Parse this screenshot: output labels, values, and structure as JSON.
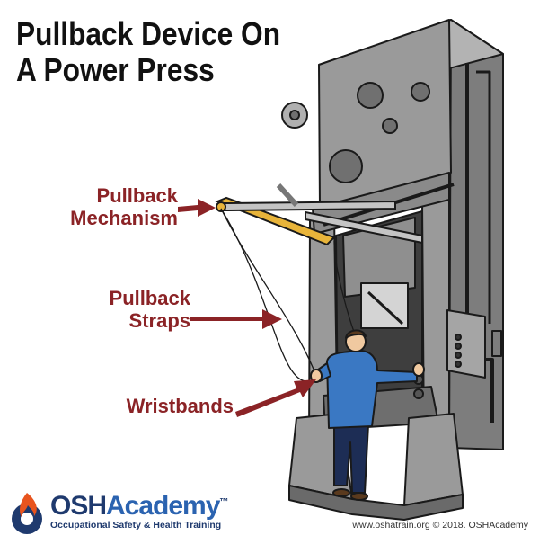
{
  "title": {
    "line1": "Pullback Device On",
    "line2": "A Power Press"
  },
  "callouts": {
    "mechanism": {
      "line1": "Pullback",
      "line2": "Mechanism"
    },
    "straps": {
      "line1": "Pullback",
      "line2": "Straps"
    },
    "wristbands": {
      "line1": "Wristbands"
    }
  },
  "logo": {
    "part1": "OSH",
    "part2": "Academy",
    "trademark": "™",
    "tagline": "Occupational Safety & Health Training"
  },
  "credit": "www.oshatrain.org © 2018. OSHAcademy",
  "colors": {
    "callout": "#8b2326",
    "press": "#9a9a9a",
    "pullback_bar": "#e8b43a",
    "shirt": "#3a78c3",
    "pants": "#1d2d55",
    "logo_navy": "#1f3a6e",
    "logo_blue": "#2b63b0",
    "logo_flame": "#e8541e"
  }
}
